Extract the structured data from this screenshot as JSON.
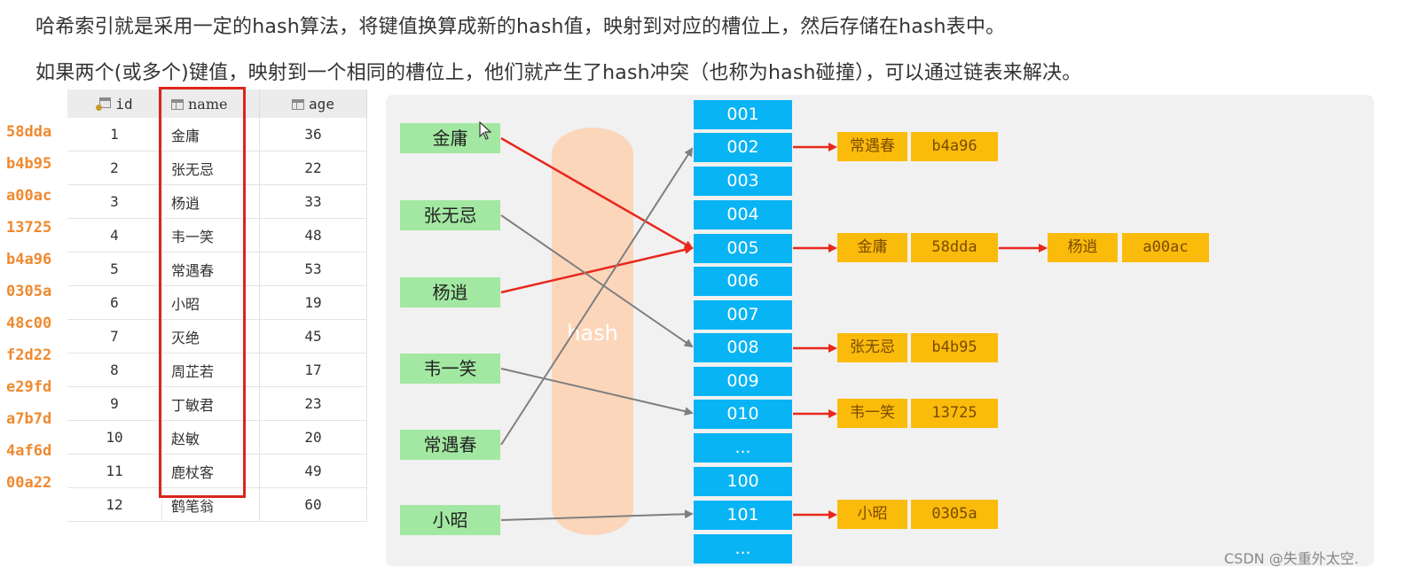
{
  "intro": {
    "line1": "哈希索引就是采用一定的hash算法，将键值换算成新的hash值，映射到对应的槽位上，然后存储在hash表中。",
    "line2": "如果两个(或多个)键值，映射到一个相同的槽位上，他们就产生了hash冲突（也称为hash碰撞），可以通过链表来解决。"
  },
  "table": {
    "headers": {
      "id": "id",
      "name": "name",
      "age": "age"
    },
    "hashes": [
      "58dda",
      "b4b95",
      "a00ac",
      "13725",
      "b4a96",
      "0305a",
      "48c00",
      "f2d22",
      "e29fd",
      "a7b7d",
      "4af6d",
      "00a22"
    ],
    "rows": [
      {
        "id": "1",
        "name": "金庸",
        "age": "36"
      },
      {
        "id": "2",
        "name": "张无忌",
        "age": "22"
      },
      {
        "id": "3",
        "name": "杨逍",
        "age": "33"
      },
      {
        "id": "4",
        "name": "韦一笑",
        "age": "48"
      },
      {
        "id": "5",
        "name": "常遇春",
        "age": "53"
      },
      {
        "id": "6",
        "name": "小昭",
        "age": "19"
      },
      {
        "id": "7",
        "name": "灭绝",
        "age": "45"
      },
      {
        "id": "8",
        "name": "周芷若",
        "age": "17"
      },
      {
        "id": "9",
        "name": "丁敏君",
        "age": "23"
      },
      {
        "id": "10",
        "name": "赵敏",
        "age": "20"
      },
      {
        "id": "11",
        "name": "鹿杖客",
        "age": "49"
      },
      {
        "id": "12",
        "name": "鹤笔翁",
        "age": "60"
      }
    ]
  },
  "diagram": {
    "hash_label": "hash",
    "people": [
      "金庸",
      "张无忌",
      "杨逍",
      "韦一笑",
      "常遇春",
      "小昭"
    ],
    "slots": [
      "001",
      "002",
      "003",
      "004",
      "005",
      "006",
      "007",
      "008",
      "009",
      "010",
      "...",
      "100",
      "101",
      "..."
    ],
    "entries": [
      {
        "name": "常遇春",
        "hash": "b4a96"
      },
      {
        "name": "金庸",
        "hash": "58dda"
      },
      {
        "name": "杨逍",
        "hash": "a00ac"
      },
      {
        "name": "张无忌",
        "hash": "b4b95"
      },
      {
        "name": "韦一笑",
        "hash": "13725"
      },
      {
        "name": "小昭",
        "hash": "0305a"
      }
    ],
    "colors": {
      "person": "#a2e8a2",
      "slot": "#09b4f4",
      "entry": "#fbbb0b",
      "collision_arrow": "#e8281c",
      "normal_arrow": "#7f7f7f",
      "hash_band": "#fcd6bb",
      "highlight": "#d9261c",
      "hash_text": "#f0892e"
    }
  },
  "watermark": "CSDN @失重外太空."
}
